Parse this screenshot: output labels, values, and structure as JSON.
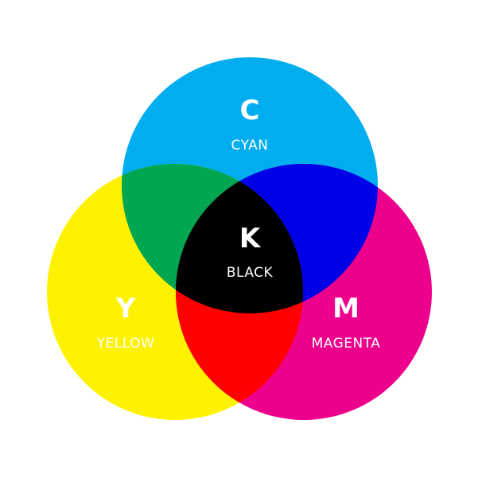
{
  "colors": {
    "background": "#ffffff",
    "cyan": "#00aeef",
    "yellow": "#fff200",
    "magenta": "#ec008c",
    "green": "#00a650",
    "blue": "#0000e6",
    "red": "#ff0000",
    "black": "#000000",
    "text": "#ffffff"
  },
  "circles": {
    "cyan": {
      "letter": "C",
      "label": "CYAN"
    },
    "yellow": {
      "letter": "Y",
      "label": "YELLOW"
    },
    "magenta": {
      "letter": "M",
      "label": "MAGENTA"
    },
    "center": {
      "letter": "K",
      "label": "BLACK"
    }
  }
}
